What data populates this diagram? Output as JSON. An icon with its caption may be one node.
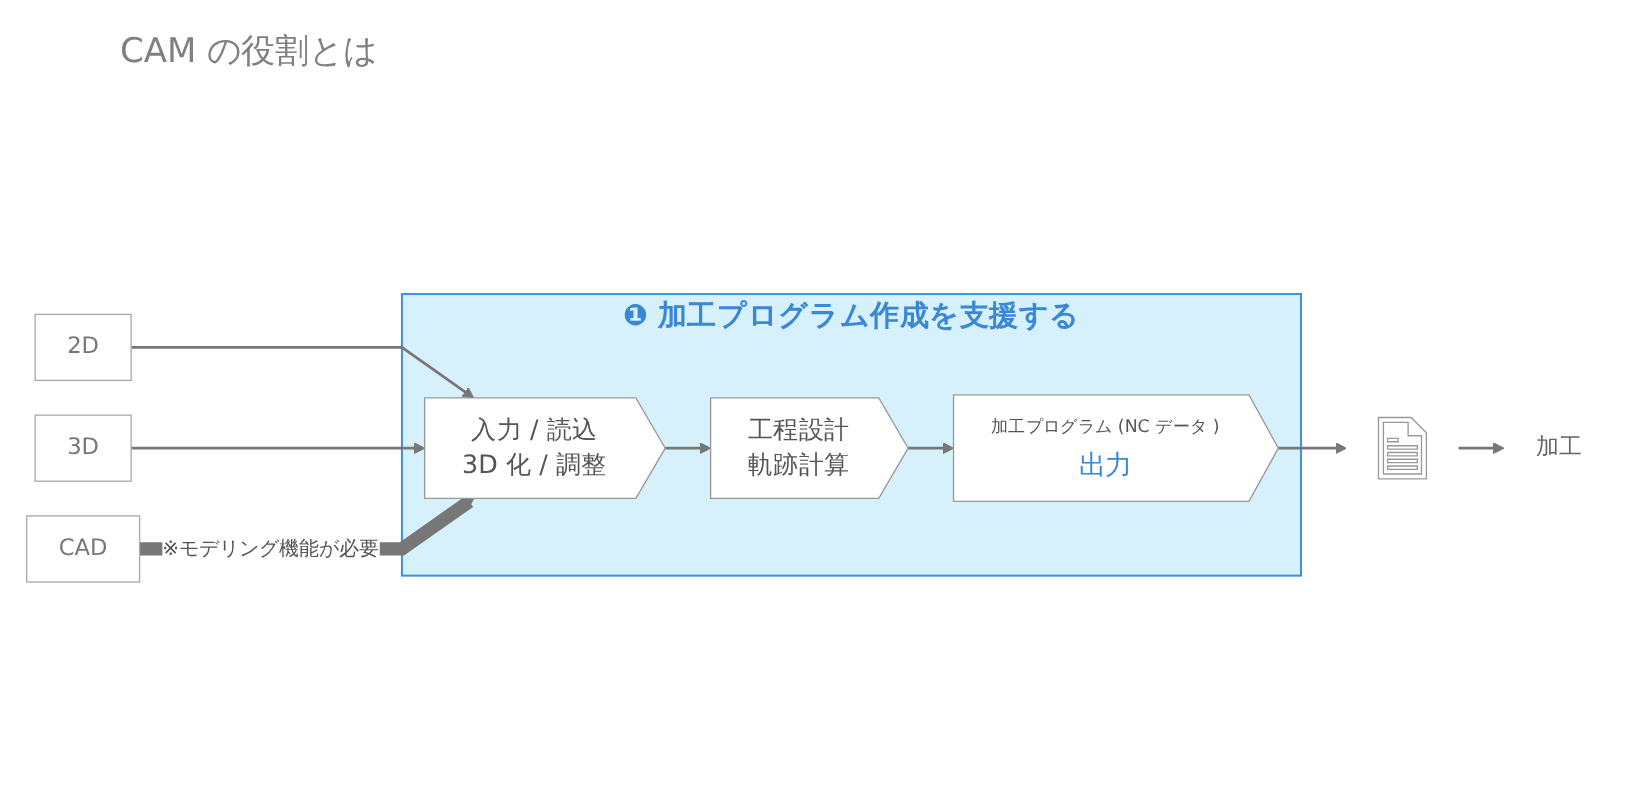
{
  "diagram": {
    "title": "CAM の役割とは",
    "nodes": [
      {
        "text": [
          "❶ 加工プログラム作成を支援する"
        ]
      },
      {
        "text": [
          "入力 / 読込",
          "3D 化 / 調整"
        ],
        "in": 0
      },
      {
        "text": [
          "工程設計",
          "軌跡計算"
        ],
        "in": 0
      },
      {
        "text": [
          "加工プログラム (NC データ )",
          "出力"
        ],
        "in": 0
      },
      {
        "text": [
          "2D"
        ]
      },
      {
        "text": [
          "3D"
        ]
      },
      {
        "text": [],
        "shape": "document"
      },
      {
        "text": [
          "加工"
        ]
      },
      {
        "text": [
          "CAD"
        ]
      }
    ],
    "edges": [
      {
        "from": 4,
        "to": 1,
        "arrow": "to"
      },
      {
        "from": 5,
        "to": 1,
        "arrow": "to"
      },
      {
        "from": 1,
        "to": 2,
        "arrow": "to"
      },
      {
        "from": 2,
        "to": 3,
        "arrow": "to"
      },
      {
        "from": 3,
        "to": 6,
        "arrow": "to"
      },
      {
        "from": 6,
        "to": 7,
        "arrow": "to"
      },
      {
        "from": 8,
        "to": 1,
        "arrow": "to",
        "label": "※モデリング機能が必要",
        "style": "thick"
      }
    ]
  }
}
